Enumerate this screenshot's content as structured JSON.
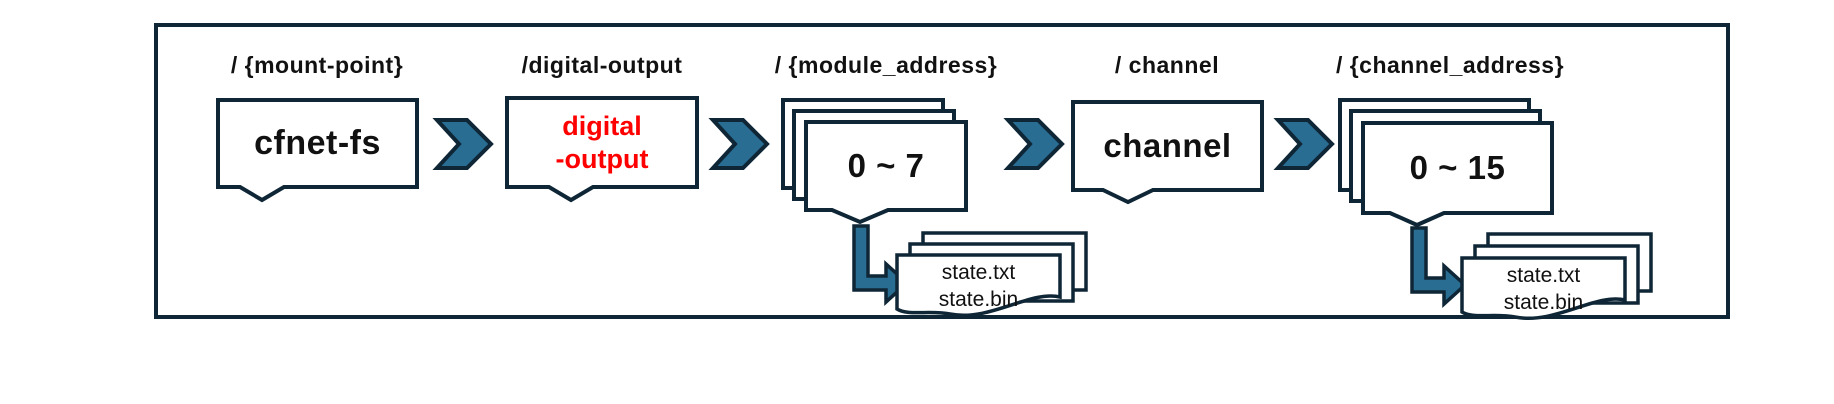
{
  "diagram": {
    "description": "Filesystem hierarchy diagram for cfnet-fs digital-output paths",
    "colors": {
      "outline_navy": "#0e2636",
      "arrow_teal": "#2a6d93",
      "highlight_red": "#ff0000",
      "text_black": "#111111",
      "background": "#ffffff"
    },
    "icons": [
      "chevron-right-arrow",
      "elbow-down-right-arrow",
      "stacked-cards",
      "stacked-documents"
    ],
    "nodes": [
      {
        "path_label": "/ {mount-point}",
        "box_label": "cfnet-fs"
      },
      {
        "path_label": "/digital-output",
        "box_lines": [
          "digital",
          "-output"
        ]
      },
      {
        "path_label": "/ {module_address}",
        "box_label": "0 ~ 7"
      },
      {
        "path_label": "/ channel",
        "box_label": "channel"
      },
      {
        "path_label": "/ {channel_address}",
        "box_label": "0 ~ 15"
      }
    ],
    "files": [
      {
        "name1": "state.txt",
        "name2": "state.bin"
      },
      {
        "name1": "state.txt",
        "name2": "state.bin"
      }
    ]
  }
}
